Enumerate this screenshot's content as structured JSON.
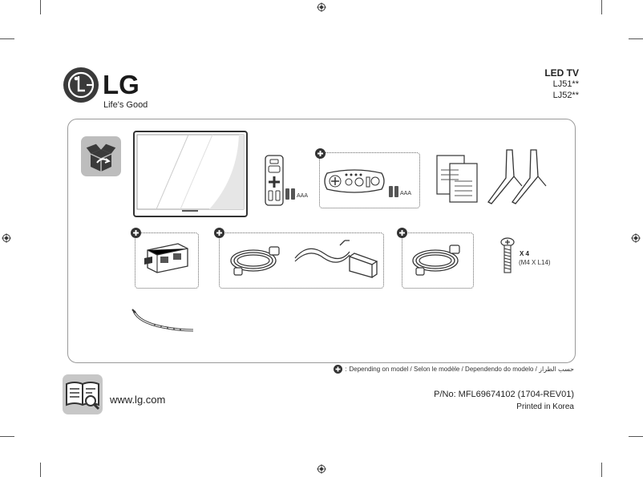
{
  "brand": {
    "name": "LG",
    "tagline": "Life's Good"
  },
  "product": {
    "title": "LED TV",
    "models": [
      "LJ51**",
      "LJ52**"
    ]
  },
  "contents": {
    "battery_label": "AAA",
    "screw_quantity": "X 4",
    "screw_size": "(M4 X L14)"
  },
  "footnote": "Depending on model / Selon le modèle / Dependendo do modelo / حسب الطراز",
  "footer": {
    "website": "www.lg.com",
    "part_number": "P/No: MFL69674102 (1704-REV01)",
    "printed_in": "Printed in Korea"
  }
}
